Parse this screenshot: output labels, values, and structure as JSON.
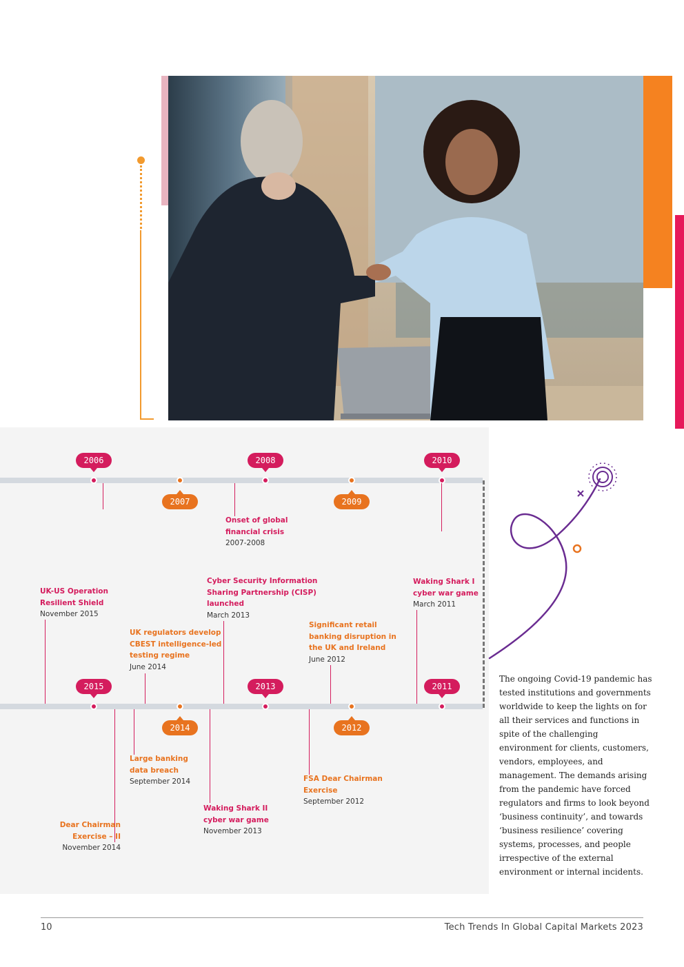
{
  "colors": {
    "magenta": "#d41c5d",
    "orange": "#e8731f",
    "accent_orange_bar": "#f58220",
    "accent_magenta_bar": "#e6195a",
    "track": "#d4d9df",
    "panel": "#f4f4f4",
    "purple_doodle": "#6a2c91"
  },
  "photo": {
    "subject": "business-handshake-photo"
  },
  "timeline": {
    "top_years": [
      "2006",
      "2007",
      "2008",
      "2009",
      "2010"
    ],
    "bottom_years": [
      "2015",
      "2014",
      "2013",
      "2012",
      "2011"
    ],
    "events": {
      "onset_crisis": {
        "title": "Onset of global\nfinancial crisis",
        "date": "2007-2008"
      },
      "uk_us": {
        "title": "UK-US Operation\nResilient Shield",
        "date": "November 2015"
      },
      "cisp": {
        "title": "Cyber Security Information\nSharing Partnership (CISP)\nlaunched",
        "date": "March 2013"
      },
      "waking_shark_1": {
        "title": "Waking Shark I\ncyber war game",
        "date": "March 2011"
      },
      "cbest": {
        "title": "UK regulators develop\nCBEST intelligence-led\ntesting regime",
        "date": "June 2014"
      },
      "retail_disruption": {
        "title": "Significant retail\nbanking disruption in\nthe UK and Ireland",
        "date": "June 2012"
      },
      "data_breach": {
        "title": "Large banking\ndata breach",
        "date": "September 2014"
      },
      "fsa_dear": {
        "title": "FSA Dear Chairman\nExercise",
        "date": "September 2012"
      },
      "waking_shark_2": {
        "title": "Waking Shark II\ncyber war game",
        "date": "November 2013"
      },
      "dear_chairman_2": {
        "title": "Dear Chairman\nExercise – II",
        "date": "November 2014"
      }
    }
  },
  "body_text": "The ongoing Covid-19 pandemic has tested institutions and governments worldwide to keep the lights on for all their services and functions in spite of the challenging environment for clients, customers, vendors, employees, and management. The demands arising from the pandemic have forced regulators and firms to look beyond ‘business continuity’, and towards ‘business resilience’ covering systems, processes, and people irrespective of the external environment or internal incidents.",
  "footer": {
    "page_number": "10",
    "doc_title": "Tech Trends In Global Capital Markets 2023"
  }
}
